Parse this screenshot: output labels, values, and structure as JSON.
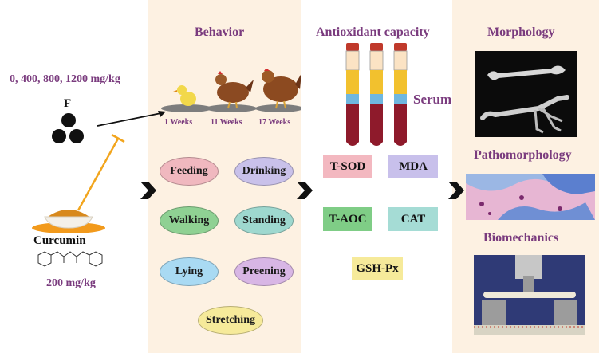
{
  "headings": {
    "behavior": "Behavior",
    "antioxidant": "Antioxidant capacity",
    "morphology": "Morphology",
    "pathomorphology": "Pathomorphology",
    "biomechanics": "Biomechanics"
  },
  "left": {
    "doses": "0, 400, 800, 1200 mg/kg",
    "fluoride": "F",
    "curcumin": "Curcumin",
    "curcumin_dose": "200 mg/kg"
  },
  "weeks": [
    "1 Weeks",
    "11 Weeks",
    "17 Weeks"
  ],
  "behaviors": [
    {
      "label": "Feeding",
      "color": "#f0b8bf"
    },
    {
      "label": "Drinking",
      "color": "#c9c1ea"
    },
    {
      "label": "Walking",
      "color": "#8fd193"
    },
    {
      "label": "Standing",
      "color": "#9ed8cf"
    },
    {
      "label": "Lying",
      "color": "#a9daf3"
    },
    {
      "label": "Preening",
      "color": "#d8b6e5"
    },
    {
      "label": "Stretching",
      "color": "#f6ea9a"
    }
  ],
  "serum": "Serum",
  "markers": [
    {
      "label": "T-SOD",
      "color": "#f3b8c0"
    },
    {
      "label": "MDA",
      "color": "#c8c0eb"
    },
    {
      "label": "T-AOC",
      "color": "#7fcd86"
    },
    {
      "label": "CAT",
      "color": "#a5dcd5"
    },
    {
      "label": "GSH-Px",
      "color": "#f6ea9a"
    }
  ],
  "colors": {
    "heading": "#7a3b7e",
    "panel": "#fdf1e2",
    "tube_blood": "#8e1a2b",
    "tube_yellow": "#f2c12e",
    "tube_blue": "#6fb7e0"
  }
}
